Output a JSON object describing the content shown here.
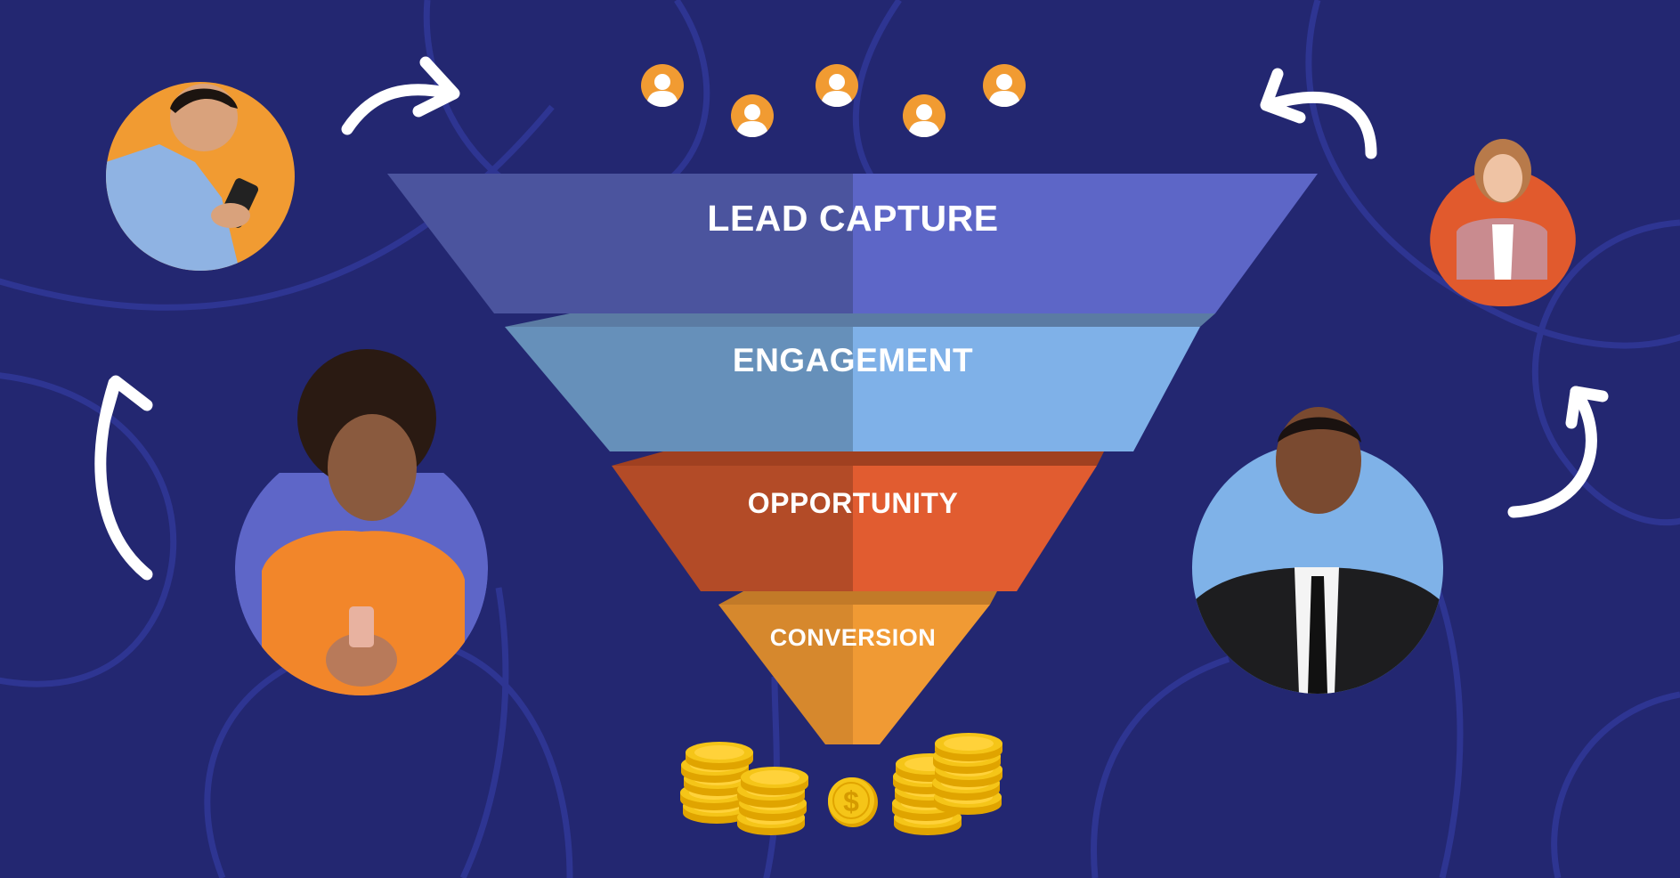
{
  "funnel": {
    "stages": [
      {
        "label": "LEAD CAPTURE",
        "color_left": "#4b549e",
        "color_right": "#5d66c7",
        "rim": "#5b7ba3"
      },
      {
        "label": "ENGAGEMENT",
        "color_left": "#6690ba",
        "color_right": "#7fb1e8",
        "rim": "#a04020"
      },
      {
        "label": "OPPORTUNITY",
        "color_left": "#b34b27",
        "color_right": "#e15c30",
        "rim": "#c27a28"
      },
      {
        "label": "CONVERSION",
        "color_left": "#d6882d",
        "color_right": "#f09a34",
        "rim": ""
      }
    ]
  },
  "colors": {
    "background": "#232771",
    "background_lines": "#2e3592",
    "user_icon": "#f19b32",
    "coin": "#f5c518",
    "coin_shadow": "#e0a400"
  },
  "people": [
    {
      "name": "man-with-phone",
      "bg": "#f19b32"
    },
    {
      "name": "woman-orange-sweater",
      "bg": "#5e66c8"
    },
    {
      "name": "woman-plaid-blazer",
      "bg": "#e15a2d"
    },
    {
      "name": "man-in-suit",
      "bg": "#7fb2e8"
    }
  ],
  "icons": {
    "user_icons_count": 5,
    "coin_symbol": "$"
  }
}
